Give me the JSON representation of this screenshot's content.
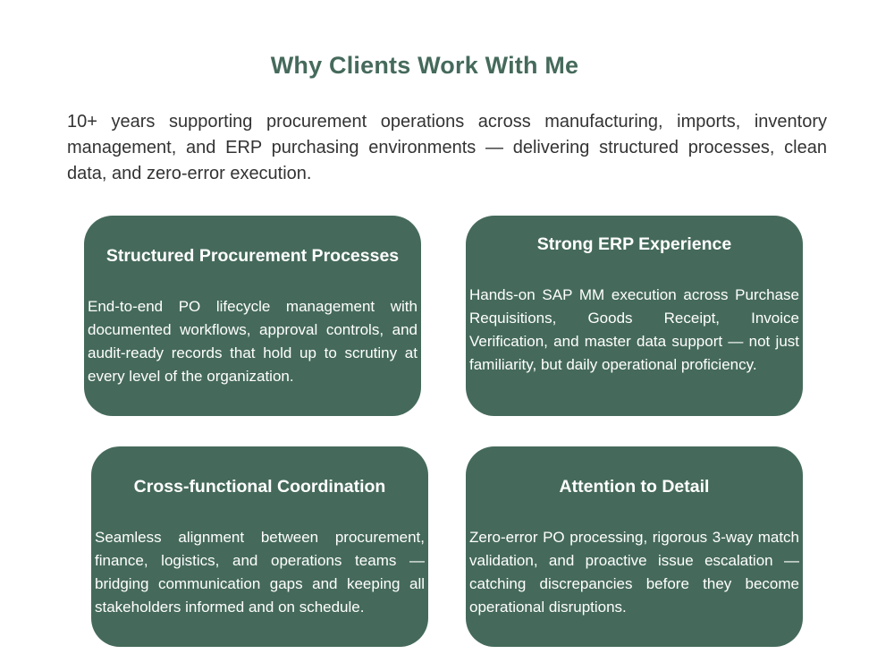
{
  "page": {
    "title": "Why Clients Work With Me",
    "intro": "10+ years supporting procurement operations across manufacturing, imports, inventory management, and ERP purchasing environments — delivering structured processes, clean data, and zero-error execution."
  },
  "cards": [
    {
      "title": "Structured Procurement Processes",
      "body": "End-to-end PO lifecycle management with documented workflows, approval controls, and audit-ready records that hold up to scrutiny at every level of the organization."
    },
    {
      "title": "Strong ERP Experience",
      "body": "Hands-on SAP MM execution across Purchase Requisitions, Goods Receipt, Invoice Verification, and master data support — not just familiarity, but daily operational proficiency."
    },
    {
      "title": "Cross-functional Coordination",
      "body": "Seamless alignment between procurement, finance, logistics, and operations teams — bridging communication gaps and keeping all stakeholders informed and on schedule."
    },
    {
      "title": "Attention to Detail",
      "body": "Zero-error PO processing, rigorous 3-way match validation, and proactive issue escalation — catching discrepancies before they become operational disruptions."
    }
  ],
  "colors": {
    "accent": "#456a5b",
    "text": "#333333",
    "card_text": "#ffffff",
    "background": "#ffffff"
  }
}
